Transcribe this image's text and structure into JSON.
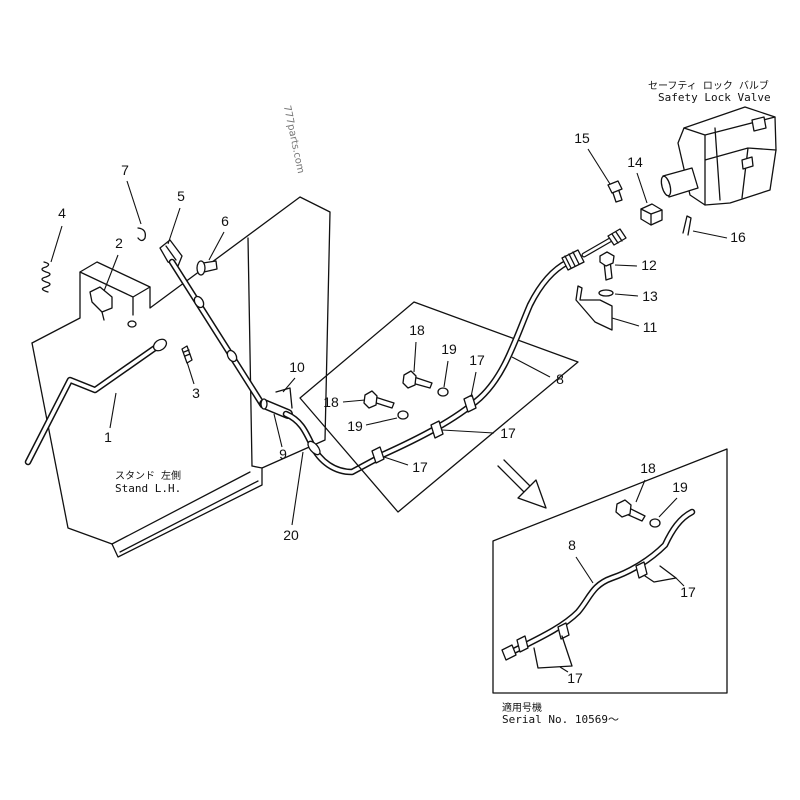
{
  "diagram": {
    "watermark": "777parts.com",
    "valve_label_jp": "セーフティ ロック バルブ",
    "valve_label_en": "Safety Lock Valve",
    "stand_label_jp": "スタンド 左側",
    "stand_label_en": "Stand L.H.",
    "serial_label_jp": "適用号機",
    "serial_label_en": "Serial No. 10569～"
  },
  "callouts": [
    "1",
    "2",
    "3",
    "4",
    "5",
    "6",
    "7",
    "8",
    "8",
    "9",
    "10",
    "11",
    "12",
    "13",
    "14",
    "15",
    "16",
    "17",
    "17",
    "17",
    "17",
    "17",
    "18",
    "18",
    "18",
    "19",
    "19",
    "19",
    "20"
  ]
}
